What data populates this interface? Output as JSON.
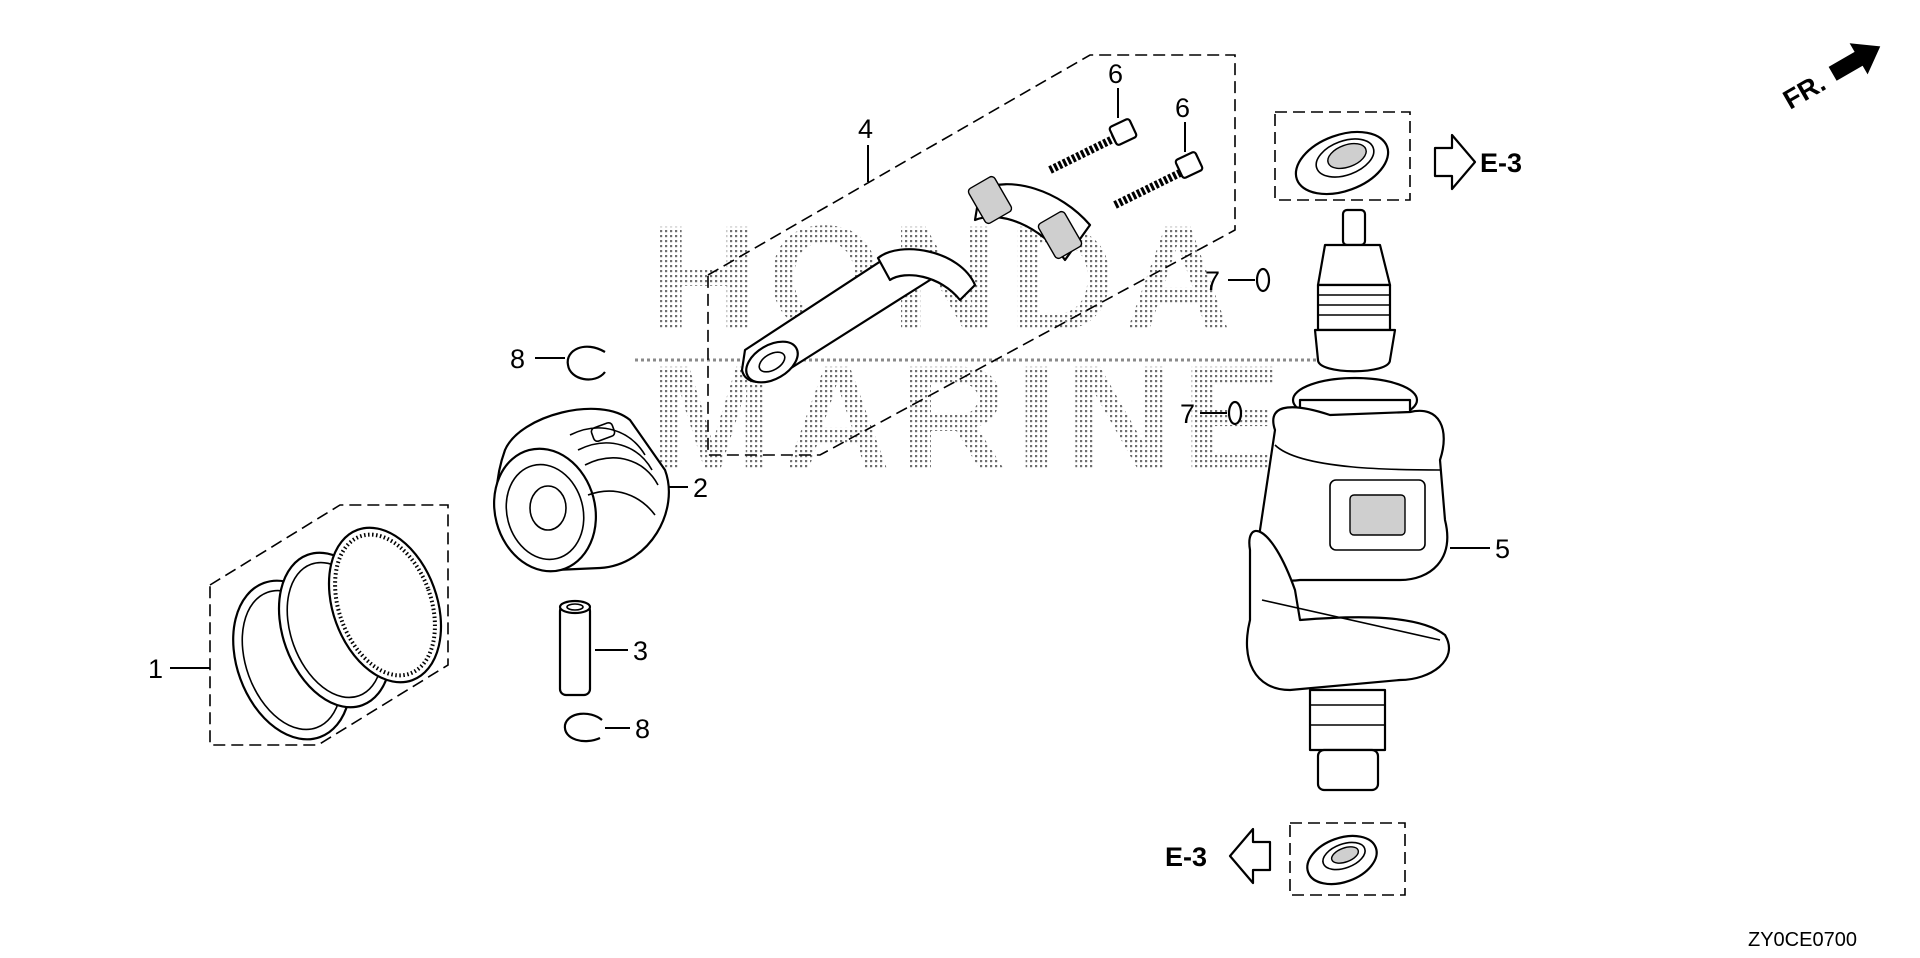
{
  "diagram": {
    "watermark": {
      "line1": "HONDA",
      "line2": "MARINE"
    },
    "direction_label": "FR.",
    "drawing_code": "ZY0CE0700",
    "callouts": [
      {
        "id": "c1",
        "text": "1"
      },
      {
        "id": "c2",
        "text": "2"
      },
      {
        "id": "c3",
        "text": "3"
      },
      {
        "id": "c4",
        "text": "4"
      },
      {
        "id": "c5",
        "text": "5"
      },
      {
        "id": "c6a",
        "text": "6"
      },
      {
        "id": "c6b",
        "text": "6"
      },
      {
        "id": "c7a",
        "text": "7"
      },
      {
        "id": "c7b",
        "text": "7"
      },
      {
        "id": "c8a",
        "text": "8"
      },
      {
        "id": "c8b",
        "text": "8"
      }
    ],
    "references": [
      {
        "id": "ref_top",
        "text": "E-3"
      },
      {
        "id": "ref_bottom",
        "text": "E-3"
      }
    ]
  }
}
